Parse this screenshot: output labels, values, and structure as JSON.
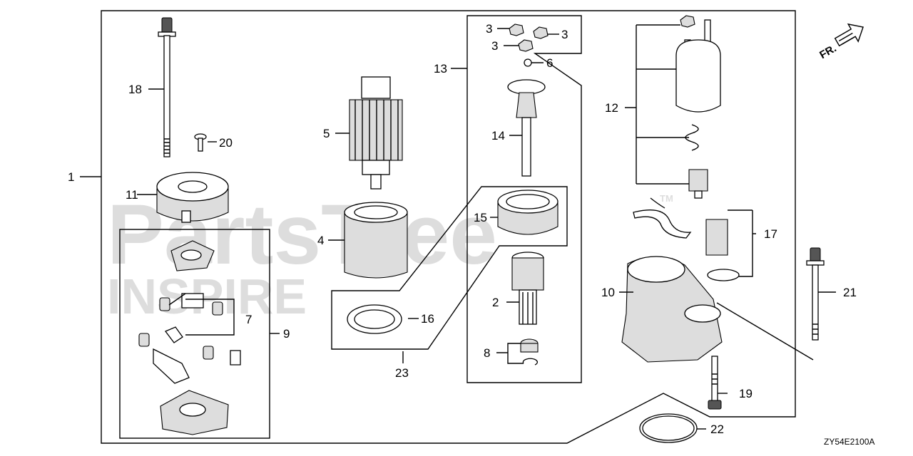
{
  "watermark": {
    "brand": "PartsTree",
    "sub": "INSPIRE",
    "tm": "TM"
  },
  "direction": {
    "label": "FR."
  },
  "diagram_code": "ZY54E2100A",
  "callouts": [
    {
      "id": "c1",
      "text": "1"
    },
    {
      "id": "c2",
      "text": "2"
    },
    {
      "id": "c3a",
      "text": "3"
    },
    {
      "id": "c3b",
      "text": "3"
    },
    {
      "id": "c3c",
      "text": "3"
    },
    {
      "id": "c4",
      "text": "4"
    },
    {
      "id": "c5",
      "text": "5"
    },
    {
      "id": "c6",
      "text": "6"
    },
    {
      "id": "c7",
      "text": "7"
    },
    {
      "id": "c8",
      "text": "8"
    },
    {
      "id": "c9",
      "text": "9"
    },
    {
      "id": "c10",
      "text": "10"
    },
    {
      "id": "c11",
      "text": "11"
    },
    {
      "id": "c12",
      "text": "12"
    },
    {
      "id": "c13",
      "text": "13"
    },
    {
      "id": "c14",
      "text": "14"
    },
    {
      "id": "c15",
      "text": "15"
    },
    {
      "id": "c16",
      "text": "16"
    },
    {
      "id": "c17",
      "text": "17"
    },
    {
      "id": "c18",
      "text": "18"
    },
    {
      "id": "c19",
      "text": "19"
    },
    {
      "id": "c20",
      "text": "20"
    },
    {
      "id": "c21",
      "text": "21"
    },
    {
      "id": "c22",
      "text": "22"
    },
    {
      "id": "c23",
      "text": "23"
    }
  ]
}
